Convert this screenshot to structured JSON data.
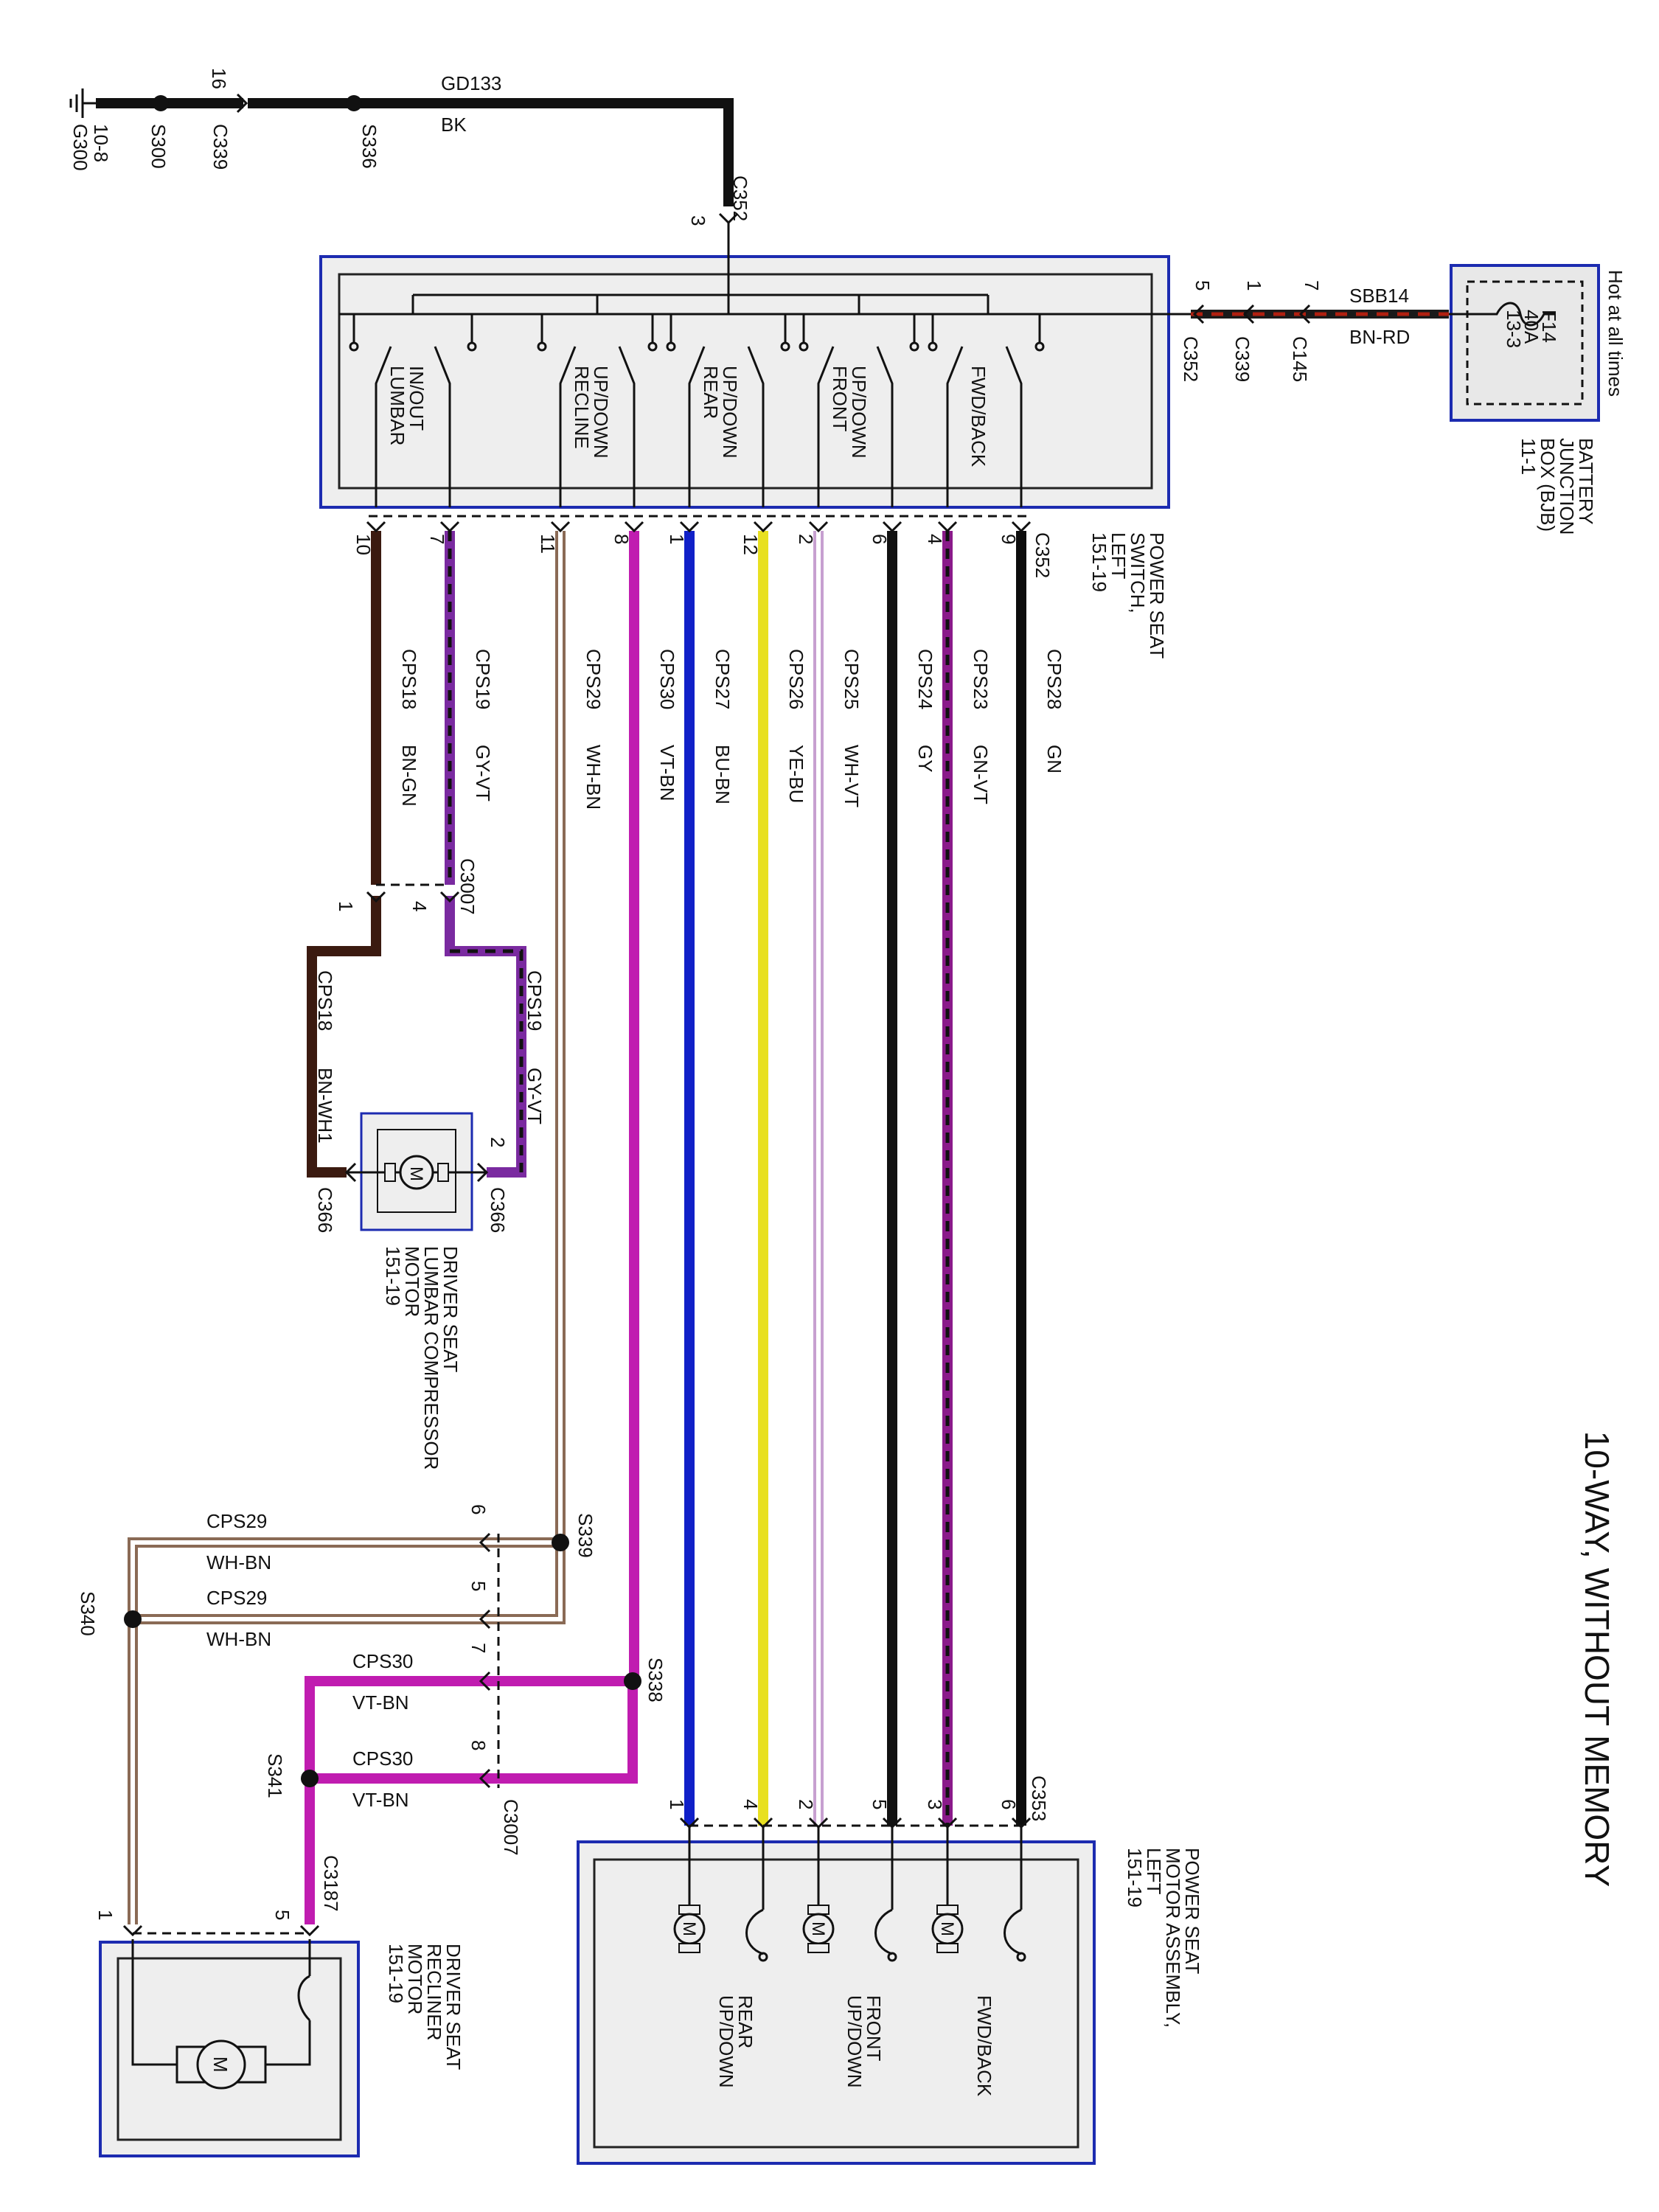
{
  "title": "10-WAY, WITHOUT MEMORY",
  "ground": {
    "g300": "G300",
    "g300_ref": "10-8",
    "s300": "S300",
    "c339": "C339",
    "c339_pin": "16",
    "s336": "S336",
    "circuit": "GD133",
    "color": "BK",
    "c352": "C352",
    "c352_pin": "3"
  },
  "power": {
    "hot": "Hot at all times",
    "fuse": "F14",
    "amp": "40A",
    "fuse_ref": "13-3",
    "circuit": "SBB14",
    "color": "BN-RD",
    "c145": "C145",
    "c145_pin": "7",
    "c339": "C339",
    "c339_pin": "1",
    "c352": "C352",
    "c352_pin": "5",
    "bjb_1": "BATTERY",
    "bjb_2": "JUNCTION",
    "bjb_3": "BOX (BJB)",
    "bjb_4": "11-1"
  },
  "switch": {
    "label_1": "POWER SEAT",
    "label_2": "SWITCH,",
    "label_3": "LEFT",
    "label_4": "151-19",
    "connector": "C352",
    "sections": [
      {
        "l1": "IN/OUT",
        "l2": "LUMBAR"
      },
      {
        "l1": "UP/DOWN",
        "l2": "RECLINE"
      },
      {
        "l1": "UP/DOWN",
        "l2": "REAR"
      },
      {
        "l1": "UP/DOWN",
        "l2": "FRONT"
      },
      {
        "l1": "FWD/BACK",
        "l2": ""
      }
    ]
  },
  "wires": [
    {
      "pin": "10",
      "circuit": "CPS18",
      "color": "BN-GN",
      "hex": "#3b1a10"
    },
    {
      "pin": "7",
      "circuit": "CPS19",
      "color": "GY-VT",
      "hex": "#7a2aa0"
    },
    {
      "pin": "11",
      "circuit": "CPS29",
      "color": "WH-BN",
      "hex": "#8a6a55"
    },
    {
      "pin": "8",
      "circuit": "CPS30",
      "color": "VT-BN",
      "hex": "#c01cb0"
    },
    {
      "pin": "1",
      "circuit": "CPS27",
      "color": "BU-BN",
      "hex": "#1020c8"
    },
    {
      "pin": "12",
      "circuit": "CPS26",
      "color": "YE-BU",
      "hex": "#e8e020"
    },
    {
      "pin": "2",
      "circuit": "CPS25",
      "color": "WH-VT",
      "hex": "#c7a0d0"
    },
    {
      "pin": "6",
      "circuit": "CPS24",
      "color": "GY",
      "hex": "#111111"
    },
    {
      "pin": "4",
      "circuit": "CPS23",
      "color": "GN-VT",
      "hex": "#8a1a8a"
    },
    {
      "pin": "9",
      "circuit": "CPS28",
      "color": "GN",
      "hex": "#0d0d0d"
    }
  ],
  "lumbar": {
    "c3007": "C3007",
    "pin1": "1",
    "pin4": "4",
    "w1_circuit": "CPS18",
    "w1_color": "BN-WH1",
    "w2_circuit": "CPS19",
    "w2_color": "GY-VT",
    "c366_a": "C366",
    "c366_b": "C366",
    "pin2": "2",
    "motor": "M",
    "label_1": "DRIVER SEAT",
    "label_2": "LUMBAR COMPRESSOR",
    "label_3": "MOTOR",
    "label_4": "151-19"
  },
  "recline": {
    "s339": "S339",
    "s340": "S340",
    "s338": "S338",
    "s341": "S341",
    "p6": "6",
    "p5": "5",
    "p7": "7",
    "p8": "8",
    "cps29": "CPS29",
    "whbn": "WH-BN",
    "cps30": "CPS30",
    "vtbn": "VT-BN",
    "c3007": "C3007",
    "c3187": "C3187",
    "m_pin1": "1",
    "m_pin5": "5",
    "motor": "M",
    "label_1": "DRIVER SEAT",
    "label_2": "RECLINER",
    "label_3": "MOTOR",
    "label_4": "151-19"
  },
  "motor_assembly": {
    "connector": "C353",
    "pins": [
      "1",
      "4",
      "2",
      "5",
      "3",
      "6"
    ],
    "motor": "M",
    "label_1": "POWER SEAT",
    "label_2": "MOTOR ASSEMBLY,",
    "label_3": "LEFT",
    "label_4": "151-19",
    "m1_l1": "REAR",
    "m1_l2": "UP/DOWN",
    "m2_l1": "FRONT",
    "m2_l2": "UP/DOWN",
    "m3_l1": "FWD/BACK"
  }
}
